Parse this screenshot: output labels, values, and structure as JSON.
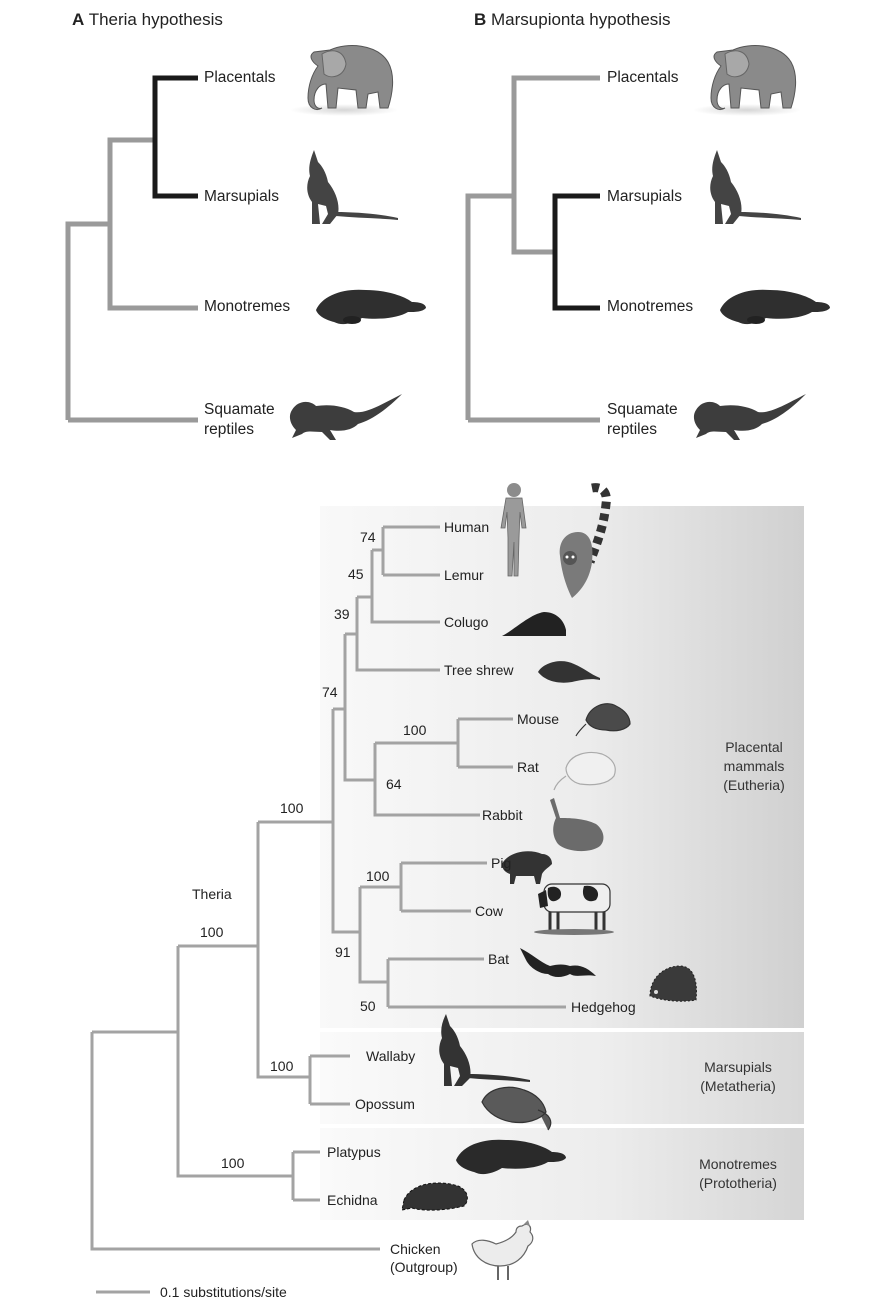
{
  "panel_a": {
    "letter": "A",
    "title": "Theria hypothesis",
    "labels": {
      "placentals": "Placentals",
      "marsupials": "Marsupials",
      "monotremes": "Monotremes",
      "squamate": "Squamate reptiles"
    }
  },
  "panel_b": {
    "letter": "B",
    "title": "Marsupionta hypothesis",
    "labels": {
      "placentals": "Placentals",
      "marsupials": "Marsupials",
      "monotremes": "Monotremes",
      "squamate": "Squamate reptiles"
    }
  },
  "tree": {
    "taxa": {
      "human": "Human",
      "lemur": "Lemur",
      "colugo": "Colugo",
      "tree_shrew": "Tree shrew",
      "mouse": "Mouse",
      "rat": "Rat",
      "rabbit": "Rabbit",
      "pig": "Pig",
      "cow": "Cow",
      "bat": "Bat",
      "hedgehog": "Hedgehog",
      "wallaby": "Wallaby",
      "opossum": "Opossum",
      "platypus": "Platypus",
      "echidna": "Echidna",
      "chicken": "Chicken (Outgroup)"
    },
    "support": {
      "human_lemur": "74",
      "primates": "45",
      "primates_colugo": "39",
      "euarchontoglires": "74",
      "mouse_rat": "100",
      "glires": "64",
      "placental_root": "100",
      "pig_cow": "100",
      "laurasiatheria": "91",
      "bat_hedgehog": "50",
      "marsupials": "100",
      "theria": "100",
      "monotremes": "100"
    },
    "theria_label": "Theria",
    "groups": {
      "placental": "Placental mammals (Eutheria)",
      "marsupial": "Marsupials (Metatheria)",
      "monotreme": "Monotremes (Prototheria)"
    },
    "scale_label": "0.1 substitutions/site"
  },
  "colors": {
    "gray_branch": "#9a9a9a",
    "highlight_branch": "#1a1a1a",
    "tree_branch": "#a3a3a3"
  }
}
